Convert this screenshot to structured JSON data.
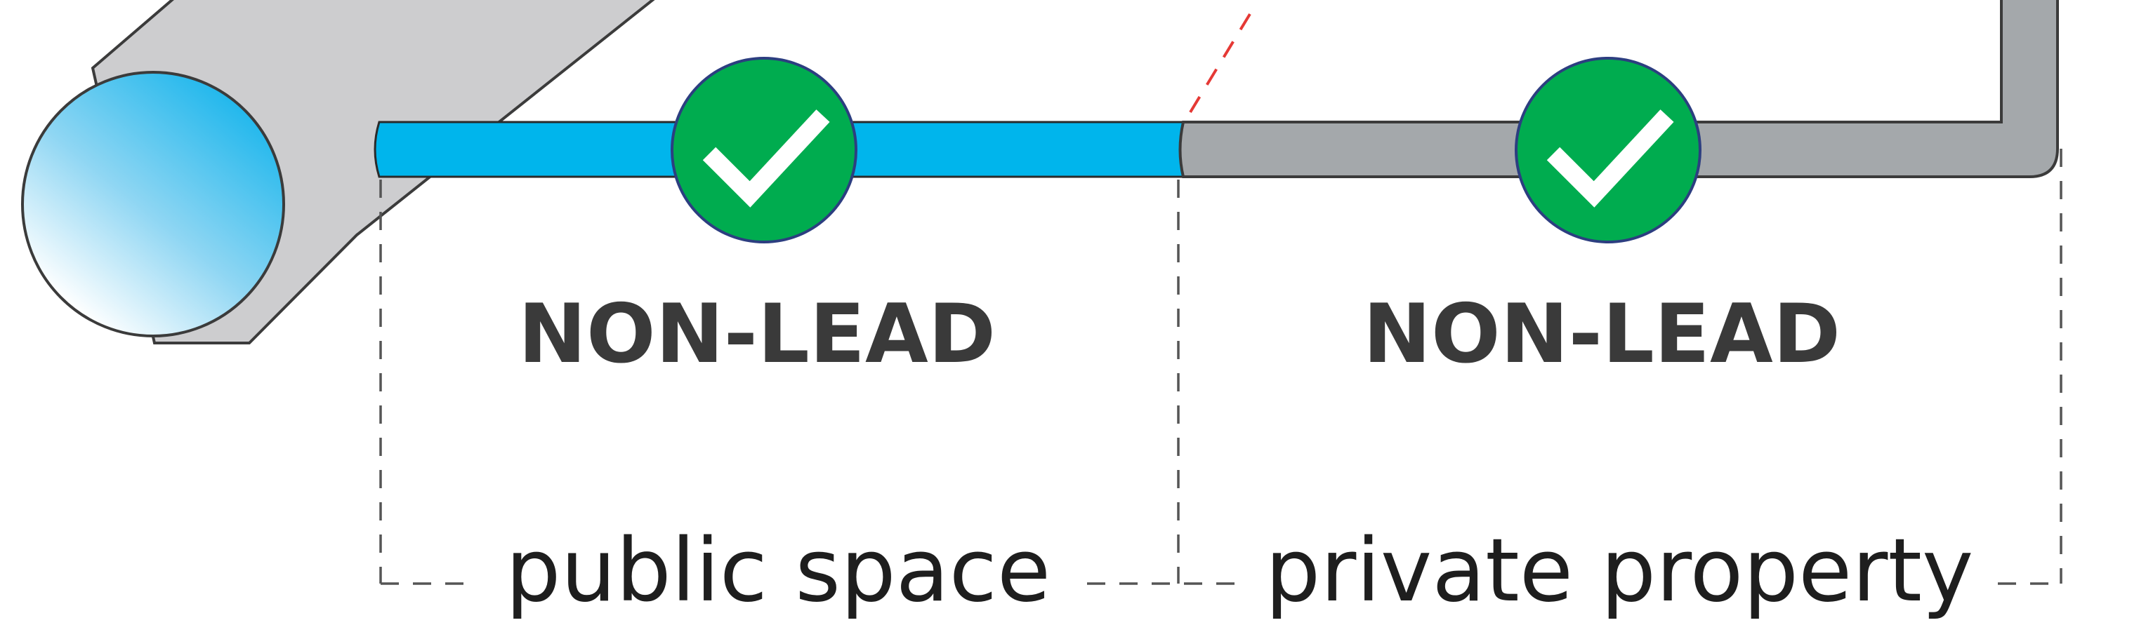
{
  "colors": {
    "public_pipe": "#00b5ec",
    "private_pipe": "#a4a8ab",
    "water_main": "#cdcdcf",
    "check_badge": "#00ac4f",
    "property_line_marker": "#e53935",
    "label_text": "#3a3a3a"
  },
  "icons": {
    "public_status": "checkmark-icon",
    "private_status": "checkmark-icon"
  },
  "sections": {
    "public": {
      "status_label": "NON-LEAD",
      "zone_label": "public space"
    },
    "private": {
      "status_label": "NON-LEAD",
      "zone_label": "private property"
    }
  }
}
